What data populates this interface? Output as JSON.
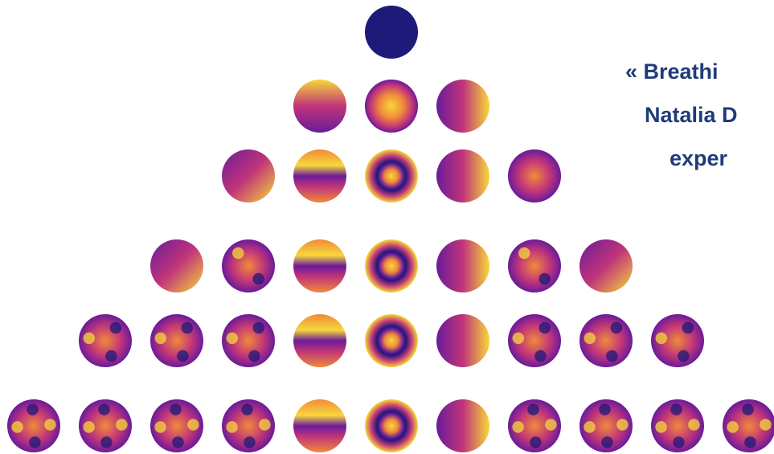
{
  "caption": {
    "line1": "« Breathi",
    "line2": "Natalia D",
    "line3": "exper"
  },
  "palette": {
    "deep": "#1d1a7a",
    "purple": "#6a1b9a",
    "magenta": "#c0357a",
    "orange": "#f08a3a",
    "yellow": "#f7d83a"
  },
  "pyramid": {
    "rows": 6,
    "modes_per_row": [
      1,
      3,
      5,
      7,
      9,
      11
    ]
  }
}
